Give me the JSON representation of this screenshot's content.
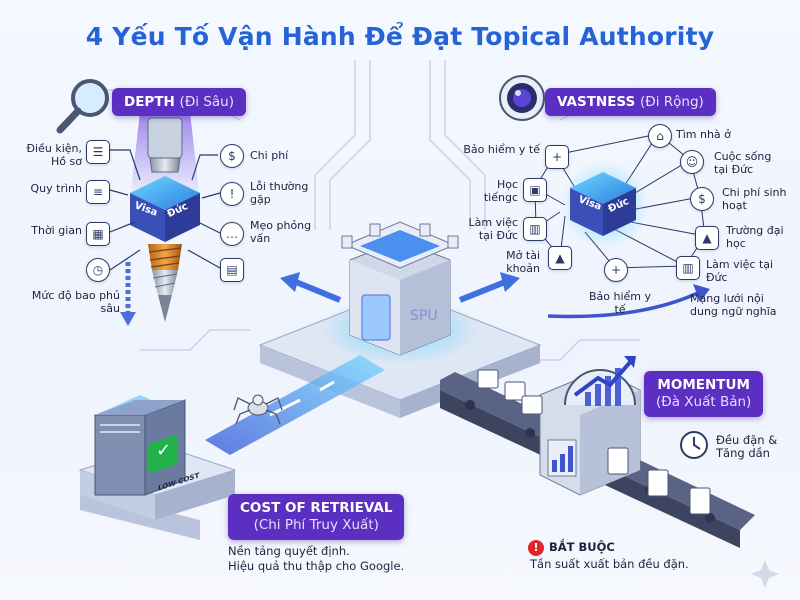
{
  "title": "4 Yếu Tố Vận Hành Để Đạt Topical Authority",
  "depth": {
    "label": "DEPTH",
    "sub": "(Đi Sâu)",
    "cube_left": "Visa",
    "cube_right": "Đức",
    "items_left": [
      "Điều kiện, Hồ sơ",
      "Quy trình",
      "Thời gian"
    ],
    "items_right": [
      "Chi phí",
      "Lỗi thường gặp",
      "Mẹo phỏng vấn"
    ],
    "axis_label": "Mức độ bao phủ sâu"
  },
  "vastness": {
    "label": "VASTNESS",
    "sub": "(Đi Rộng)",
    "cube_left": "Visa",
    "cube_right": "Đức",
    "items_left": [
      "Bảo hiểm y tế",
      "Học tiếngc",
      "Làm việc tại Đức",
      "Mở tài khoản",
      "Bảo hiểm y tế"
    ],
    "items_right": [
      "Tìm nhà ở",
      "Cuộc sống tại Đức",
      "Chi phí sinh hoạt",
      "Trường đại học",
      "Làm việc tại Đức"
    ],
    "network_label": "Mạng lưới nội dung ngữ nghĩa"
  },
  "cost": {
    "label": "COST OF RETRIEVAL",
    "sub": "(Chi Phí Truy Xuất)",
    "server_badge": "LOW COST",
    "note_1": "Nền tảng quyết định.",
    "note_2": "Hiệu quả thu thập cho Google."
  },
  "momentum": {
    "label": "MOMENTUM",
    "sub": "(Đà Xuất Bản)",
    "clock_label": "Đều đặn & Tăng dần",
    "required_label": "BẮT BUỘC",
    "required_text": "Tần suất xuất bản đều đặn."
  },
  "colors": {
    "accent": "#2563d6",
    "pill": "#5b2fc2",
    "cyan": "#22c3f0",
    "green": "#22b24c",
    "red": "#e0262a"
  },
  "icons": [
    "magnifier-icon",
    "camera-lens-icon",
    "checkmark-icon",
    "clock-icon",
    "warning-icon",
    "spider-icon",
    "calendar-icon",
    "document-icon",
    "bar-chart-icon"
  ]
}
